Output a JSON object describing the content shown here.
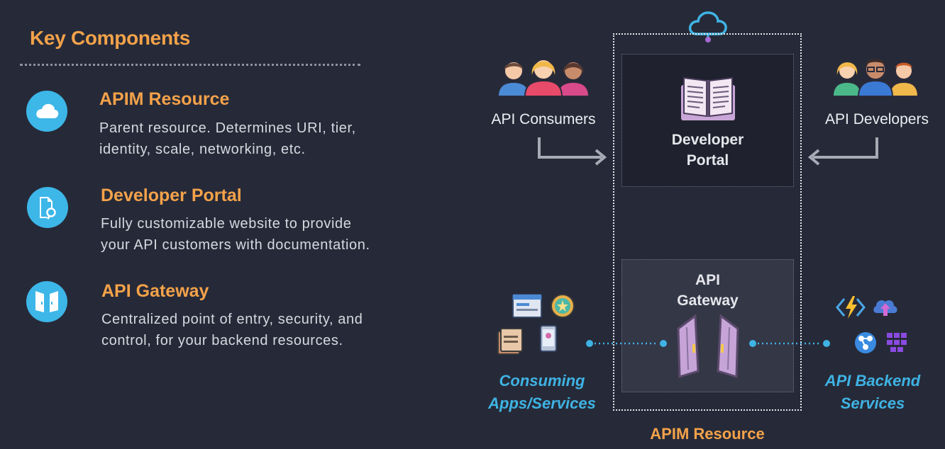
{
  "left_panel": {
    "title": "Key Components",
    "components": [
      {
        "icon": "cloud-icon",
        "title": "APIM Resource",
        "desc_line1": "Parent resource. Determines URI, tier,",
        "desc_line2": "identity, scale, networking, etc."
      },
      {
        "icon": "document-search-icon",
        "title": "Developer Portal",
        "desc_line1": "Fully customizable website to provide",
        "desc_line2": "your API customers with documentation."
      },
      {
        "icon": "gateway-doors-icon",
        "title": "API Gateway",
        "desc_line1": "Centralized point of entry, security, and",
        "desc_line2": "control, for your backend resources."
      }
    ]
  },
  "diagram": {
    "consumers_label": "API Consumers",
    "developers_label": "API Developers",
    "portal_line1": "Developer",
    "portal_line2": "Portal",
    "gateway_line1": "API",
    "gateway_line2": "Gateway",
    "consuming_line1": "Consuming",
    "consuming_line2": "Apps/Services",
    "backend_line1": "API Backend",
    "backend_line2": "Services",
    "apim_label": "APIM Resource"
  },
  "colors": {
    "background": "#262a38",
    "accent_orange": "#f4a24a",
    "accent_cyan": "#3fb3e4",
    "icon_circle": "#3db6e8"
  }
}
